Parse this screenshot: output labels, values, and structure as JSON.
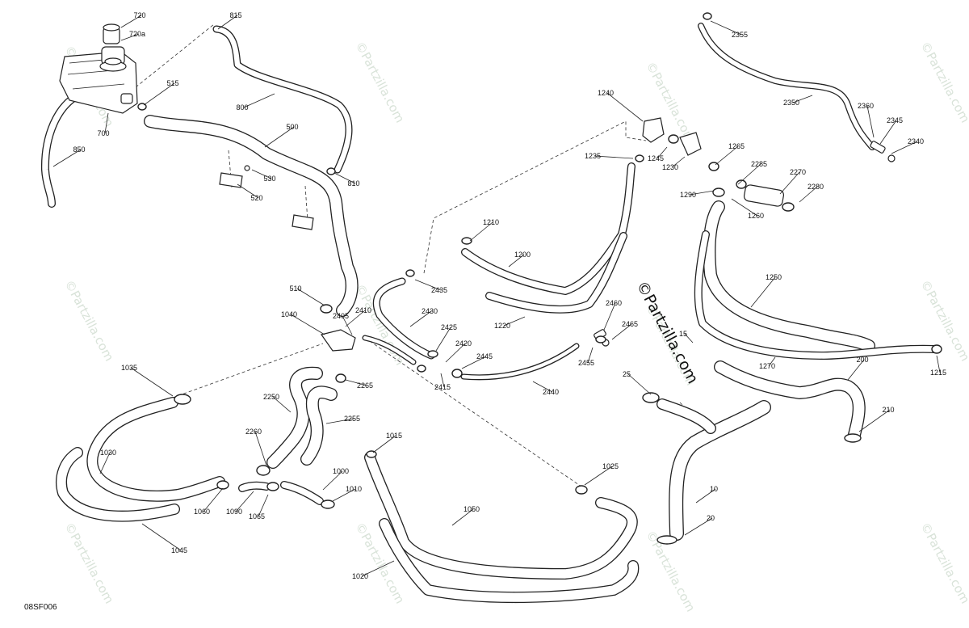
{
  "diagram": {
    "drawing_code": "08SF006",
    "watermark": "©Partzilla.com",
    "callouts": [
      {
        "label": "720"
      },
      {
        "label": "720a"
      },
      {
        "label": "815"
      },
      {
        "label": "515"
      },
      {
        "label": "800"
      },
      {
        "label": "700"
      },
      {
        "label": "500"
      },
      {
        "label": "850"
      },
      {
        "label": "530"
      },
      {
        "label": "810"
      },
      {
        "label": "520"
      },
      {
        "label": "510"
      },
      {
        "label": "1040"
      },
      {
        "label": "2410"
      },
      {
        "label": "2405"
      },
      {
        "label": "2430"
      },
      {
        "label": "2435"
      },
      {
        "label": "1210"
      },
      {
        "label": "1200"
      },
      {
        "label": "1220"
      },
      {
        "label": "1240"
      },
      {
        "label": "1235"
      },
      {
        "label": "1245"
      },
      {
        "label": "1230"
      },
      {
        "label": "1265"
      },
      {
        "label": "2285"
      },
      {
        "label": "2270"
      },
      {
        "label": "2280"
      },
      {
        "label": "1290"
      },
      {
        "label": "1260"
      },
      {
        "label": "2355"
      },
      {
        "label": "2350"
      },
      {
        "label": "2360"
      },
      {
        "label": "2345"
      },
      {
        "label": "2340"
      },
      {
        "label": "1250"
      },
      {
        "label": "1270"
      },
      {
        "label": "1215"
      },
      {
        "label": "200"
      },
      {
        "label": "210"
      },
      {
        "label": "2460"
      },
      {
        "label": "2465"
      },
      {
        "label": "2455"
      },
      {
        "label": "2425"
      },
      {
        "label": "2420"
      },
      {
        "label": "2445"
      },
      {
        "label": "2415"
      },
      {
        "label": "2440"
      },
      {
        "label": "1035"
      },
      {
        "label": "2265"
      },
      {
        "label": "2250"
      },
      {
        "label": "2255"
      },
      {
        "label": "2260"
      },
      {
        "label": "1015"
      },
      {
        "label": "1030"
      },
      {
        "label": "1060"
      },
      {
        "label": "1090"
      },
      {
        "label": "1065"
      },
      {
        "label": "1000"
      },
      {
        "label": "1010"
      },
      {
        "label": "1025"
      },
      {
        "label": "1050"
      },
      {
        "label": "1045"
      },
      {
        "label": "1020"
      },
      {
        "label": "25"
      },
      {
        "label": "15"
      },
      {
        "label": "10"
      },
      {
        "label": "20"
      }
    ]
  }
}
